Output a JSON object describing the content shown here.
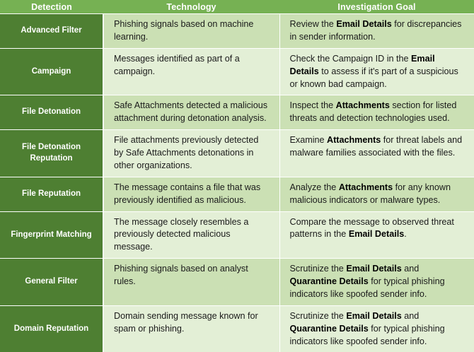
{
  "table": {
    "headers": {
      "detection": "Detection",
      "technology": "Technology",
      "goal": "Investigation Goal"
    },
    "colors": {
      "header_bg": "#76B153",
      "detection_bg": "#4E7F32",
      "row_a_bg": "#CBE0B4",
      "row_b_bg": "#E3EFD6",
      "header_text": "#FFFFFF",
      "body_text": "#1A1A1A"
    },
    "rows": [
      {
        "detection": "Advanced Filter",
        "technology": "Phishing signals based on machine learning.",
        "goal_html": "Review the <b>Email Details</b> for discrepancies in sender information."
      },
      {
        "detection": "Campaign",
        "technology": "Messages identified as part of a campaign.",
        "goal_html": "Check the Campaign ID in the <b>Email Details</b> to assess if it's part of a suspicious or known bad campaign."
      },
      {
        "detection": "File Detonation",
        "technology": "Safe Attachments detected a malicious attachment during detonation analysis.",
        "goal_html": "Inspect the <b>Attachments</b> section for listed threats and detection technologies used."
      },
      {
        "detection": "File Detonation Reputation",
        "technology": "File attachments previously detected by Safe Attachments detonations in other organizations.",
        "goal_html": "Examine <b>Attachments</b> for threat labels and malware families associated with the files."
      },
      {
        "detection": "File Reputation",
        "technology": "The message contains a file that was previously identified as malicious.",
        "goal_html": "Analyze the <b>Attachments</b> for any known malicious indicators or malware types."
      },
      {
        "detection": "Fingerprint Matching",
        "technology": "The message closely resembles a previously detected malicious message.",
        "goal_html": "Compare the message to observed threat patterns in the <b>Email Details</b>."
      },
      {
        "detection": "General Filter",
        "technology": "Phishing signals based on analyst rules.",
        "goal_html": "Scrutinize the <b>Email Details</b> and <b>Quarantine Details</b> for typical phishing indicators like spoofed sender info."
      },
      {
        "detection": "Domain Reputation",
        "technology": "Domain sending message known for spam or phishing.",
        "goal_html": "Scrutinize the <b>Email Details</b> and <b>Quarantine Details</b> for typical phishing indicators like spoofed sender info."
      }
    ]
  }
}
